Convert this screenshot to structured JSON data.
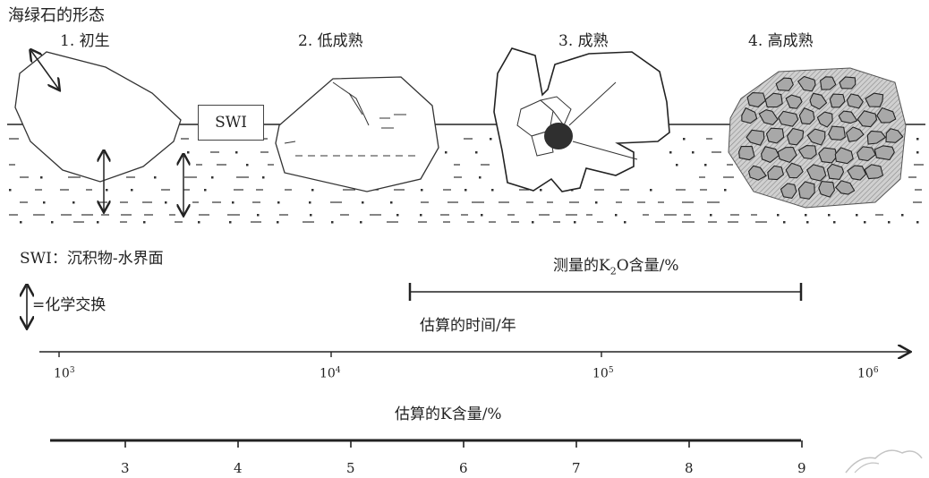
{
  "title": "海绿石的形态",
  "stages": [
    {
      "label": "1. 初生"
    },
    {
      "label": "2. 低成熟"
    },
    {
      "label": "3. 成熟"
    },
    {
      "label": "4. 高成熟"
    }
  ],
  "swi_box_label": "SWI",
  "legend": {
    "swi_definition": "SWI：沉积物-水界面",
    "exchange_symbol_label": "=化学交换"
  },
  "k2o_range": {
    "label_prefix": "测量的K",
    "label_sub": "2",
    "label_suffix": "O含量/%"
  },
  "time_axis": {
    "title": "估算的时间/年",
    "ticks": [
      {
        "base": "10",
        "exp": "3"
      },
      {
        "base": "10",
        "exp": "4"
      },
      {
        "base": "10",
        "exp": "5"
      },
      {
        "base": "10",
        "exp": "6"
      }
    ]
  },
  "k_axis": {
    "title": "估算的K含量/%",
    "ticks": [
      "3",
      "4",
      "5",
      "6",
      "7",
      "8",
      "9"
    ]
  },
  "colors": {
    "ink": "#222222",
    "mature_core": "#2f2f2f",
    "grain_fill": "#a8a8a8",
    "halo_fill": "#c4c4c4"
  }
}
